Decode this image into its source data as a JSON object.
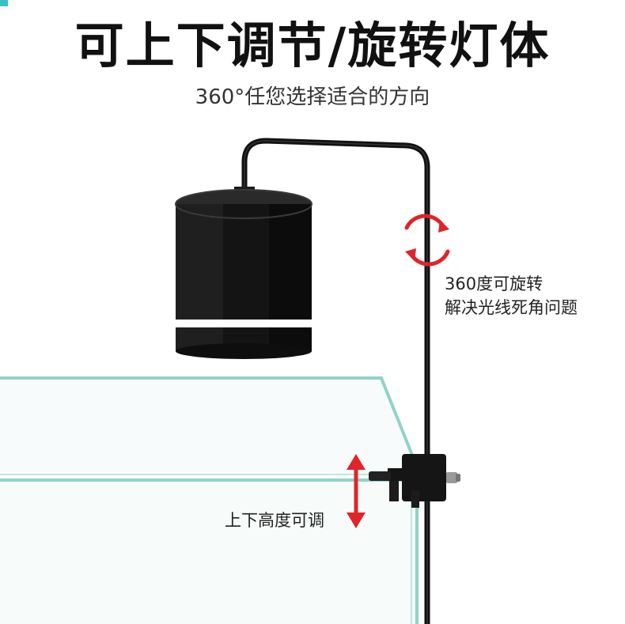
{
  "headline": {
    "title": "可上下调节/旋转灯体",
    "subtitle": "360°任您选择适合的方向"
  },
  "callouts": {
    "rotation": {
      "line1": "360度可旋转",
      "line2": "解决光线死角问题"
    },
    "height": {
      "label": "上下高度可调"
    }
  },
  "colors": {
    "lamp_body": "#141414",
    "lamp_band": "#ffffff",
    "arm": "#111111",
    "tank_edge": "#8fd3c8",
    "tank_glass": "#f3fbfa",
    "accent_arrow": "#e0242a",
    "text_dark": "#111111"
  },
  "icons": {
    "rotation": "circular-rotate-arrows-icon",
    "height": "vertical-double-arrow-icon"
  }
}
